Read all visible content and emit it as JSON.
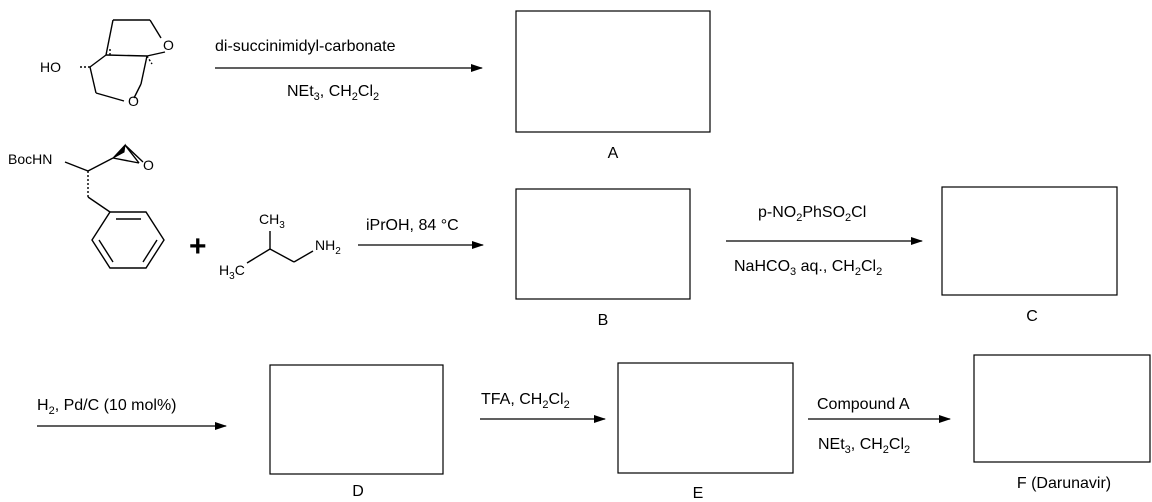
{
  "reactions": {
    "r1": {
      "above": "di-succinimidyl-carbonate",
      "below": [
        "NEt",
        "3",
        ", CH",
        "2",
        "Cl",
        "2"
      ]
    },
    "r2": {
      "above": "iPrOH, 84 °C"
    },
    "r3": {
      "above": [
        "p-NO",
        "2",
        "PhSO",
        "2",
        "Cl"
      ],
      "below": [
        "NaHCO",
        "3",
        " aq., CH",
        "2",
        "Cl",
        "2"
      ]
    },
    "r4": {
      "above": [
        "H",
        "2",
        ", Pd/C (10 mol%)"
      ]
    },
    "r5": {
      "above": [
        "TFA, CH",
        "2",
        "Cl",
        "2"
      ]
    },
    "r6": {
      "above": "Compound A",
      "below": [
        "NEt",
        "3",
        ", CH",
        "2",
        "Cl",
        "2"
      ]
    }
  },
  "boxes": {
    "A": "A",
    "B": "B",
    "C": "C",
    "D": "D",
    "E": "E",
    "F": "F (Darunavir)"
  },
  "plus": "+",
  "atoms": {
    "ho": "HO",
    "o1": "O",
    "o2": "O",
    "bochn": "BocHN",
    "epox_o": "O",
    "ch3": [
      "CH",
      "3"
    ],
    "h3c": [
      "H",
      "3",
      "C"
    ],
    "nh2": [
      "NH",
      "2"
    ]
  }
}
